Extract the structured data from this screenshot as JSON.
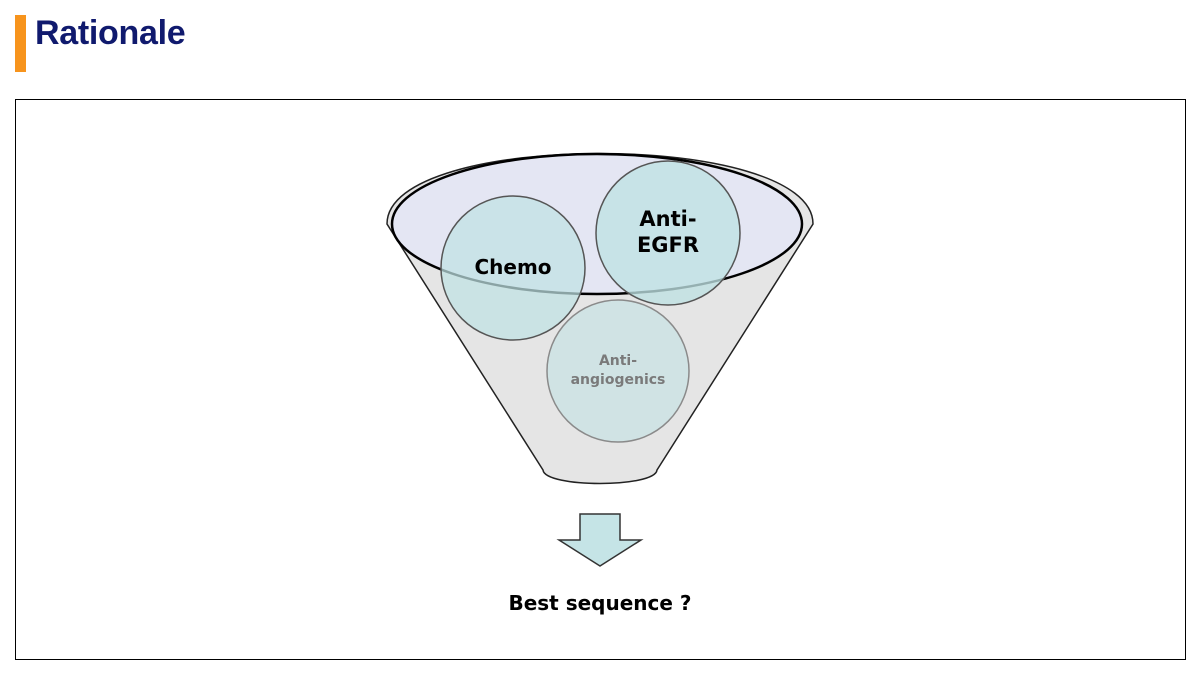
{
  "slide": {
    "title": "Rationale"
  },
  "funnel": {
    "circles": {
      "chemo": "Chemo",
      "anti_egfr_line1": "Anti-",
      "anti_egfr_line2": "EGFR",
      "anti_angio_line1": "Anti-",
      "anti_angio_line2": "angiogenics"
    }
  },
  "result": {
    "text": "Best sequence ?"
  },
  "colors": {
    "title": "#101a6e",
    "accent": "#f7941d",
    "funnel_body": "#e5e5e5",
    "funnel_mouth": "#e4e6f3",
    "circle_fill": "#bfe2e3",
    "arrow_fill": "#c5e4e6"
  }
}
